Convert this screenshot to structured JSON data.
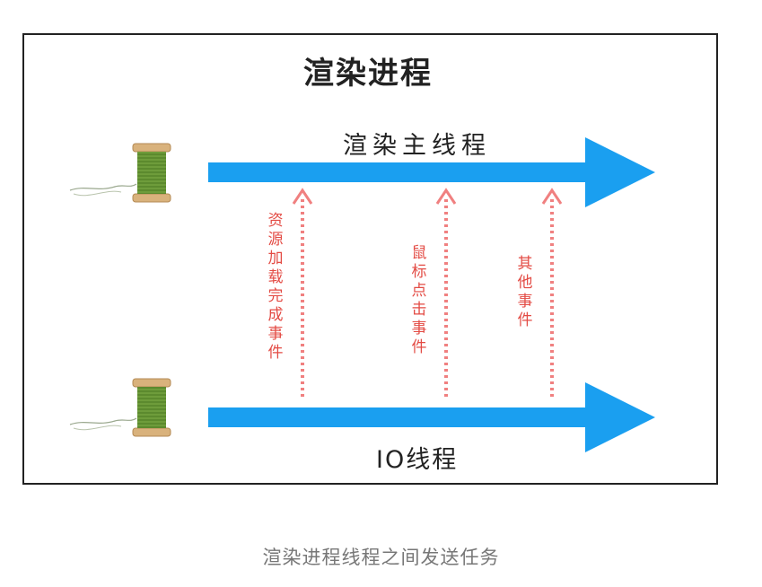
{
  "diagram": {
    "title": "渲染进程",
    "main_thread_label": "渲染主线程",
    "io_thread_label": "IO线程",
    "events": [
      {
        "label": "资源加载完成事件"
      },
      {
        "label": "鼠标点击事件"
      },
      {
        "label": "其他事件"
      }
    ],
    "colors": {
      "thread_arrow": "#1a9ff0",
      "event_arrow": "#f08080",
      "event_text": "#e34b44",
      "frame": "#222222"
    },
    "icons": [
      "thread-spool-icon",
      "thread-spool-icon"
    ]
  },
  "caption": "渲染进程线程之间发送任务"
}
